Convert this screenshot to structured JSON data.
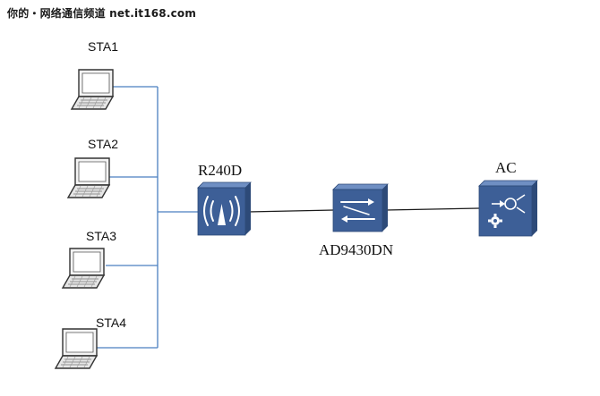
{
  "watermark": "你的・网络通信频道 net.it168.com",
  "nodes": {
    "sta1": "STA1",
    "sta2": "STA2",
    "sta3": "STA3",
    "sta4": "STA4",
    "ap": "R240D",
    "switch": "AD9430DN",
    "ac": "AC"
  },
  "colors": {
    "link_sta": "#4a7fc0",
    "link_backbone": "#1a1a1a",
    "device_fill": "#3d5f97",
    "device_top": "#6f8fc3",
    "laptop_stroke": "#333333"
  },
  "icons": {
    "station": "laptop-icon",
    "ap": "wireless-ap-icon",
    "switch": "switch-icon",
    "ac": "access-controller-icon"
  }
}
